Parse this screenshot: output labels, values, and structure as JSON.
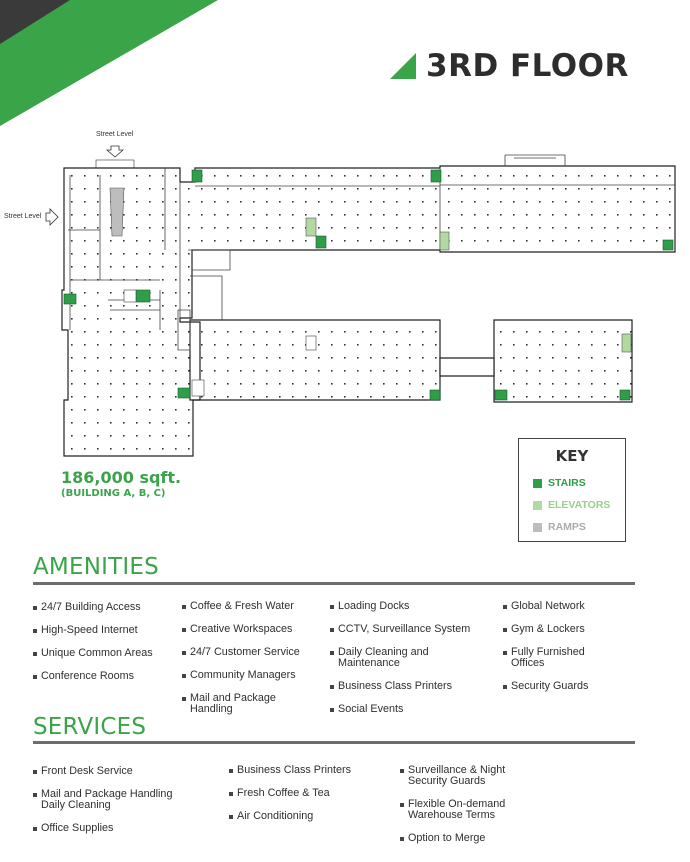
{
  "colors": {
    "accent": "#3aa449",
    "stairs": "#2e9e48",
    "elevators": "#b2d9a0",
    "ramps": "#bdbdbd",
    "rule": "#6d6d6d"
  },
  "header": {
    "title": "3RD FLOOR"
  },
  "plan": {
    "street_level_top": "Street Level",
    "street_level_left": "Street Level",
    "area": "186,000 sqft.",
    "buildings": "(BUILDING A, B, C)"
  },
  "key": {
    "title": "KEY",
    "items": [
      {
        "label": "STAIRS",
        "color": "#2e9e48"
      },
      {
        "label": "ELEVATORS",
        "color": "#b2d9a0"
      },
      {
        "label": "RAMPS",
        "color": "#bdbdbd"
      }
    ]
  },
  "amenities": {
    "heading": "AMENITIES",
    "col1": [
      "24/7 Building Access",
      "High-Speed Internet",
      "Unique Common Areas",
      "Conference Rooms"
    ],
    "col2": [
      "Coffee & Fresh Water",
      "Creative Workspaces",
      "24/7 Customer Service",
      "Community Managers",
      "Mail and Package\nHandling"
    ],
    "col3": [
      "Loading Docks",
      "CCTV, Surveillance System",
      "Daily Cleaning and\nMaintenance",
      "Business Class Printers",
      "Social Events"
    ],
    "col4": [
      "Global Network",
      "Gym & Lockers",
      "Fully Furnished\nOffices",
      "Security Guards"
    ]
  },
  "services": {
    "heading": "SERVICES",
    "col1": [
      "Front Desk Service",
      "Mail and Package Handling\nDaily Cleaning",
      "Office Supplies"
    ],
    "col2": [
      "Business Class Printers",
      "Fresh Coffee & Tea",
      "Air Conditioning"
    ],
    "col3": [
      "Surveillance & Night\nSecurity Guards",
      "Flexible On-demand\nWarehouse Terms",
      "Option to Merge"
    ]
  }
}
